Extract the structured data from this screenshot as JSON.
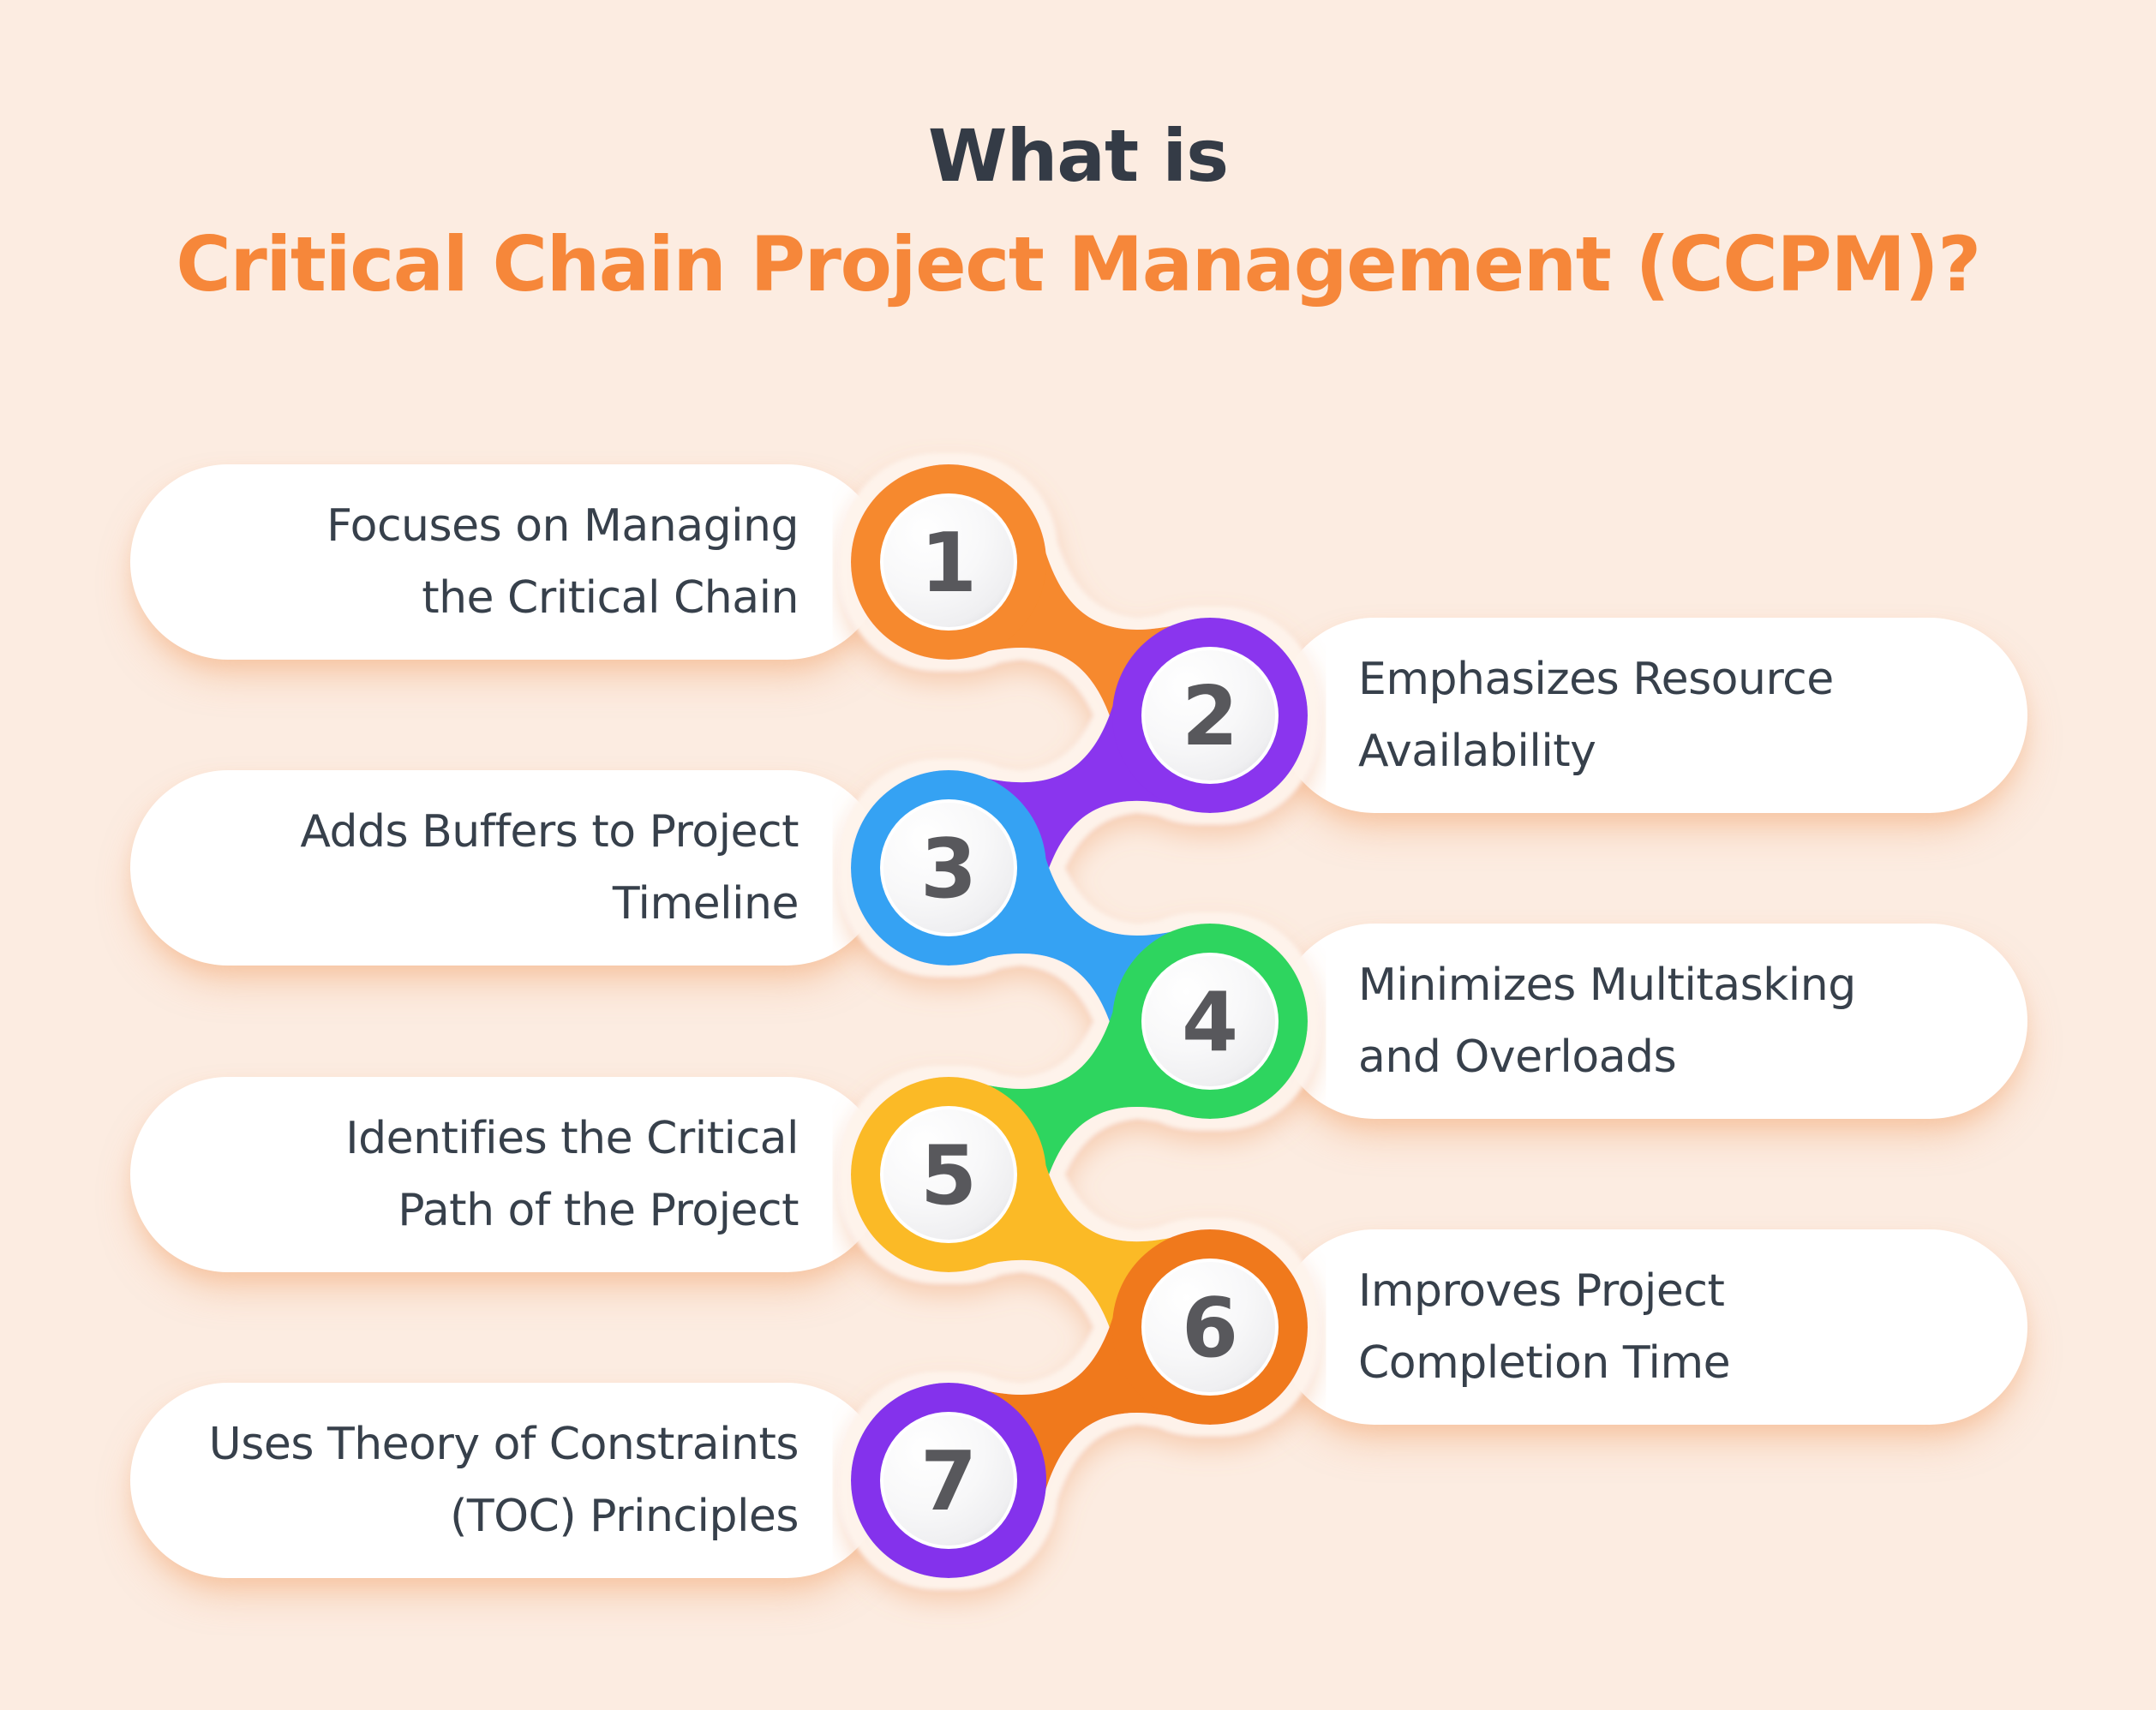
{
  "title": {
    "line1": "What is",
    "line2": "Critical Chain Project Management (CCPM)?",
    "text_color": "#343B46",
    "accent_color": "#F6873A"
  },
  "background_color": "#FCECE1",
  "body_text_color": "#37404B",
  "number_color": "#58585B",
  "items": [
    {
      "number": "1",
      "side": "left",
      "color": "#F6892D",
      "line1": "Focuses on Managing",
      "line2": "the Critical Chain"
    },
    {
      "number": "2",
      "side": "right",
      "color": "#8A34EE",
      "line1": "Emphasizes Resource",
      "line2": "Availability"
    },
    {
      "number": "3",
      "side": "left",
      "color": "#36A2F3",
      "line1": "Adds Buffers to Project",
      "line2": "Timeline"
    },
    {
      "number": "4",
      "side": "right",
      "color": "#2FD55F",
      "line1": "Minimizes Multitasking",
      "line2": "and Overloads"
    },
    {
      "number": "5",
      "side": "left",
      "color": "#FBBA28",
      "line1": "Identifies the Critical",
      "line2": "Path of the Project"
    },
    {
      "number": "6",
      "side": "right",
      "color": "#F0791E",
      "line1": "Improves Project",
      "line2": "Completion Time"
    },
    {
      "number": "7",
      "side": "left",
      "color": "#8430EC",
      "line1": "Uses Theory of Constraints",
      "line2": "(TOC) Principles"
    }
  ]
}
